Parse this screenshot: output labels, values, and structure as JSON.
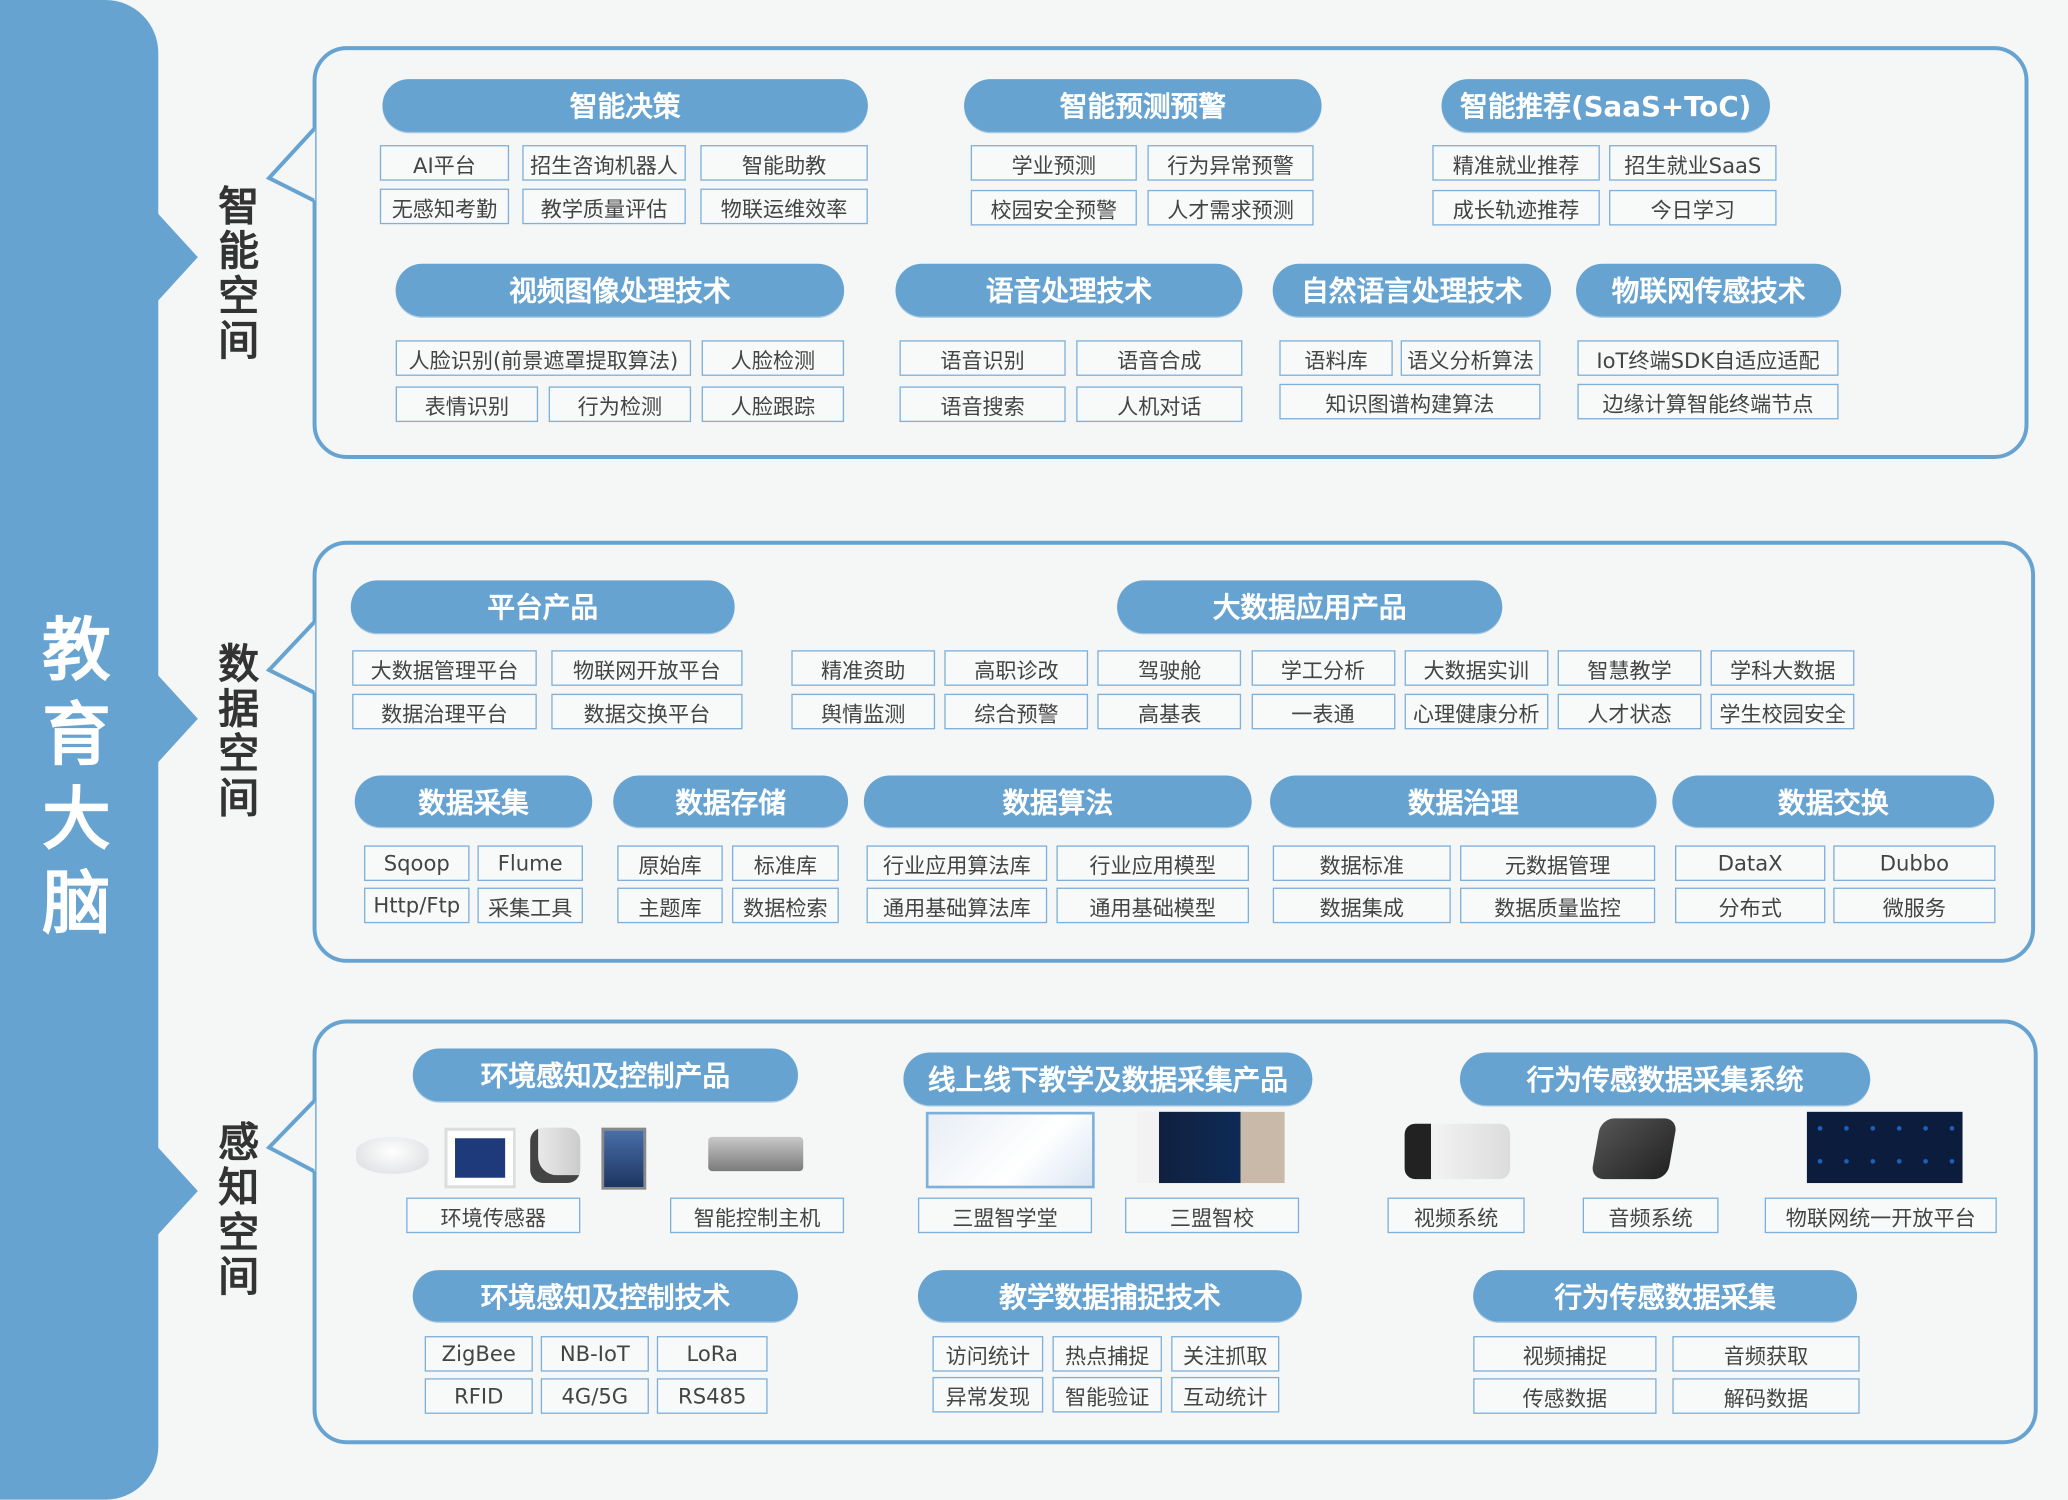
{
  "brain_title": "教育大脑",
  "colors": {
    "accent": "#67a3d1",
    "background": "#f5f6f6",
    "text": "#444444"
  },
  "sections": [
    {
      "label": "智能空间",
      "groups": [
        {
          "title": "智能决策",
          "items": [
            "AI平台",
            "招生咨询机器人",
            "智能助教",
            "无感知考勤",
            "教学质量评估",
            "物联运维效率"
          ]
        },
        {
          "title": "智能预测预警",
          "items": [
            "学业预测",
            "行为异常预警",
            "校园安全预警",
            "人才需求预测"
          ]
        },
        {
          "title": "智能推荐(SaaS+ToC)",
          "items": [
            "精准就业推荐",
            "招生就业SaaS",
            "成长轨迹推荐",
            "今日学习"
          ]
        },
        {
          "title": "视频图像处理技术",
          "items": [
            "人脸识别(前景遮罩提取算法)",
            "人脸检测",
            "表情识别",
            "行为检测",
            "人脸跟踪"
          ]
        },
        {
          "title": "语音处理技术",
          "items": [
            "语音识别",
            "语音合成",
            "语音搜索",
            "人机对话"
          ]
        },
        {
          "title": "自然语言处理技术",
          "items": [
            "语料库",
            "语义分析算法",
            "知识图谱构建算法"
          ]
        },
        {
          "title": "物联网传感技术",
          "items": [
            "IoT终端SDK自适应适配",
            "边缘计算智能终端节点"
          ]
        }
      ]
    },
    {
      "label": "数据空间",
      "groups": [
        {
          "title": "平台产品",
          "items": [
            "大数据管理平台",
            "物联网开放平台",
            "数据治理平台",
            "数据交换平台"
          ]
        },
        {
          "title": "大数据应用产品",
          "items": [
            "精准资助",
            "高职诊改",
            "驾驶舱",
            "学工分析",
            "大数据实训",
            "智慧教学",
            "学科大数据",
            "舆情监测",
            "综合预警",
            "高基表",
            "一表通",
            "心理健康分析",
            "人才状态",
            "学生校园安全"
          ]
        },
        {
          "title": "数据采集",
          "items": [
            "Sqoop",
            "Flume",
            "Http/Ftp",
            "采集工具"
          ]
        },
        {
          "title": "数据存储",
          "items": [
            "原始库",
            "标准库",
            "主题库",
            "数据检索"
          ]
        },
        {
          "title": "数据算法",
          "items": [
            "行业应用算法库",
            "行业应用模型",
            "通用基础算法库",
            "通用基础模型"
          ]
        },
        {
          "title": "数据治理",
          "items": [
            "数据标准",
            "元数据管理",
            "数据集成",
            "数据质量监控"
          ]
        },
        {
          "title": "数据交换",
          "items": [
            "DataX",
            "Dubbo",
            "分布式",
            "微服务"
          ]
        }
      ]
    },
    {
      "label": "感知空间",
      "groups": [
        {
          "title": "环境感知及控制产品",
          "items": [
            "环境传感器",
            "智能控制主机"
          ]
        },
        {
          "title": "线上线下教学及数据采集产品",
          "items": [
            "三盟智学堂",
            "三盟智校"
          ]
        },
        {
          "title": "行为传感数据采集系统",
          "items": [
            "视频系统",
            "音频系统",
            "物联网统一开放平台"
          ]
        },
        {
          "title": "环境感知及控制技术",
          "items": [
            "ZigBee",
            "NB-IoT",
            "LoRa",
            "RFID",
            "4G/5G",
            "RS485"
          ]
        },
        {
          "title": "教学数据捕捉技术",
          "items": [
            "访问统计",
            "热点捕捉",
            "关注抓取",
            "异常发现",
            "智能验证",
            "互动统计"
          ]
        },
        {
          "title": "行为传感数据采集",
          "items": [
            "视频捕捉",
            "音频获取",
            "传感数据",
            "解码数据"
          ]
        }
      ]
    }
  ]
}
